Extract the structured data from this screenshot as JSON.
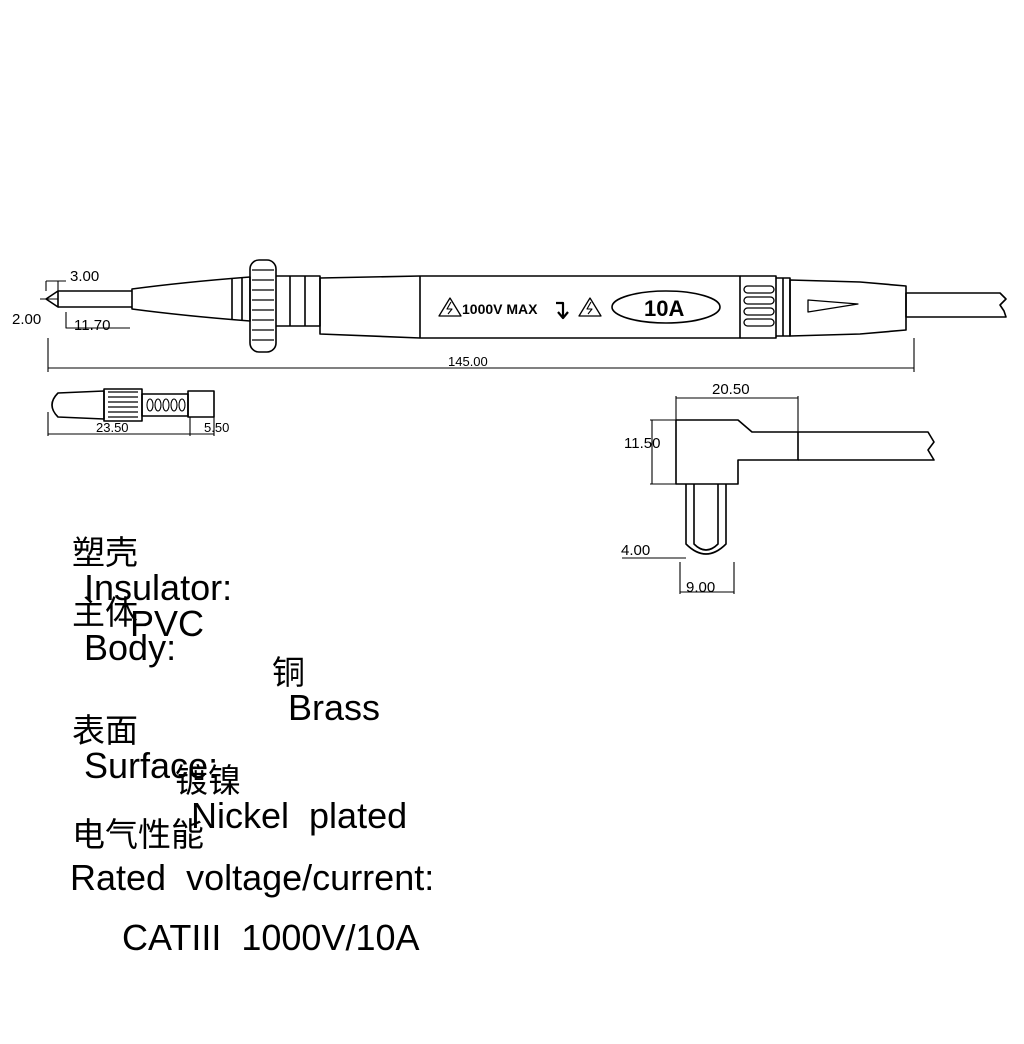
{
  "probe": {
    "dim_tip_width": "3.00",
    "dim_tip_thickness": "2.00",
    "dim_tip_length": "11.70",
    "dim_total_length": "145.00",
    "warning_label": "1000V MAX",
    "current_label": "10A"
  },
  "cap": {
    "dim_length": "23.50",
    "dim_diameter": "5.50"
  },
  "plug": {
    "dim_width": "20.50",
    "dim_height": "11.50",
    "dim_pin_diameter": "4.00",
    "dim_pin_length": "9.00"
  },
  "specs": {
    "insulator_cn": "塑壳",
    "insulator_label": "Insulator:",
    "insulator_value": "PVC",
    "body_cn": "主体",
    "body_label": "Body:",
    "body_value_cn": "铜",
    "body_value": "Brass",
    "surface_cn": "表面",
    "surface_label": "Surface:",
    "surface_value_cn": "镀镍",
    "surface_value": "Nickel  plated",
    "electrical_cn": "电气性能",
    "rated_label": "Rated  voltage/current:",
    "rated_value": "CATIII  1000V/10A"
  }
}
